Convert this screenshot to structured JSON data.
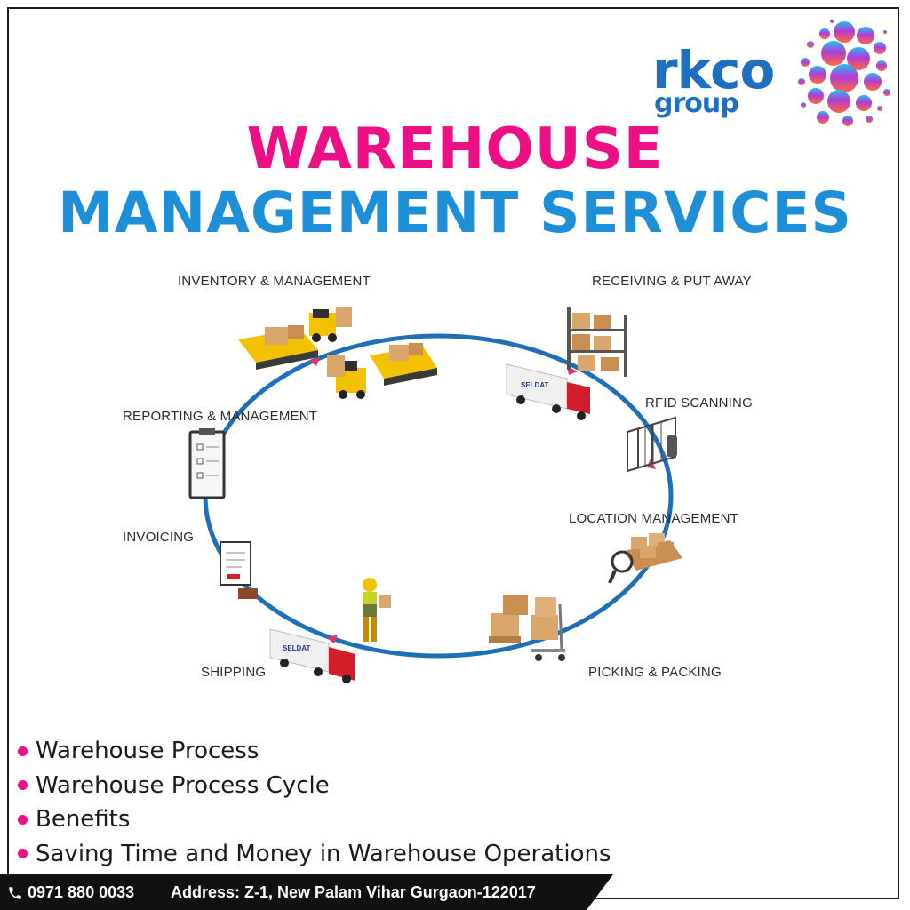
{
  "logo": {
    "word": "rkco",
    "sub": "group"
  },
  "title": {
    "line1": "WAREHOUSE",
    "line2": "MANAGEMENT SERVICES"
  },
  "colors": {
    "pink": "#ec0f85",
    "blue": "#1e8fd6",
    "cycle_blue": "#1f6fb8"
  },
  "diagram": {
    "stages": [
      {
        "label": "INVENTORY & MANAGEMENT"
      },
      {
        "label": "RECEIVING & PUT AWAY"
      },
      {
        "label": "REPORTING & MANAGEMENT"
      },
      {
        "label": "RFID SCANNING"
      },
      {
        "label": "LOCATION MANAGEMENT"
      },
      {
        "label": "INVOICING"
      },
      {
        "label": "SHIPPING"
      },
      {
        "label": "PICKING & PACKING"
      }
    ],
    "truck_text": "SELDAT"
  },
  "bullets": [
    "Warehouse Process",
    "Warehouse Process Cycle",
    "Benefits",
    "Saving Time and Money in Warehouse Operations"
  ],
  "footer": {
    "phone": "0971 880 0033",
    "address": "Address: Z-1, New Palam Vihar Gurgaon-122017"
  }
}
